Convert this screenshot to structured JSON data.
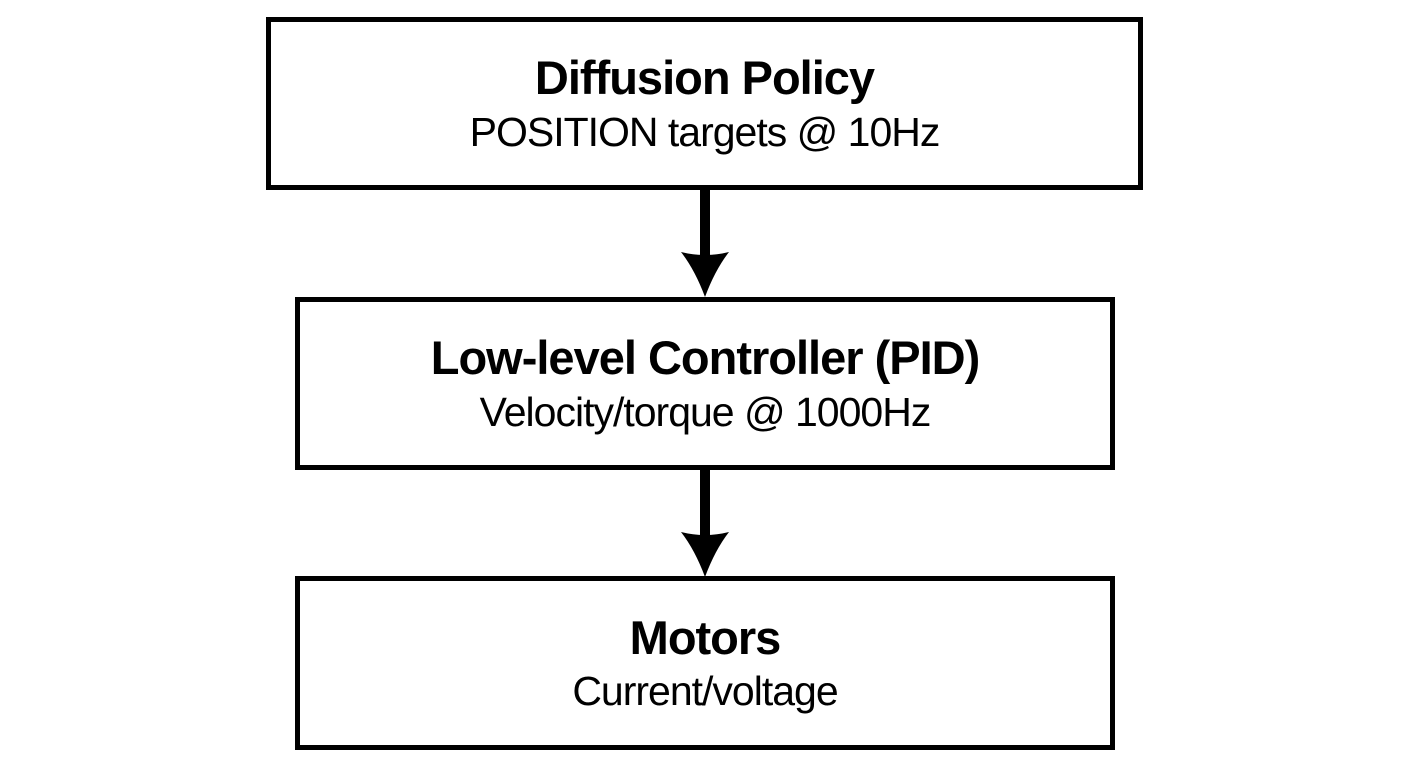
{
  "diagram": {
    "type": "flowchart",
    "direction": "top-down",
    "colors": {
      "background": "#ffffff",
      "box_border": "#000000",
      "text": "#000000",
      "arrow": "#000000"
    },
    "nodes": [
      {
        "id": "diffusion-policy",
        "title": "Diffusion Policy",
        "subtitle": "POSITION targets @ 10Hz"
      },
      {
        "id": "low-level-controller",
        "title": "Low-level Controller (PID)",
        "subtitle": "Velocity/torque @ 1000Hz"
      },
      {
        "id": "motors",
        "title": "Motors",
        "subtitle": "Current/voltage"
      }
    ],
    "edges": [
      {
        "from": "diffusion-policy",
        "to": "low-level-controller"
      },
      {
        "from": "low-level-controller",
        "to": "motors"
      }
    ]
  }
}
